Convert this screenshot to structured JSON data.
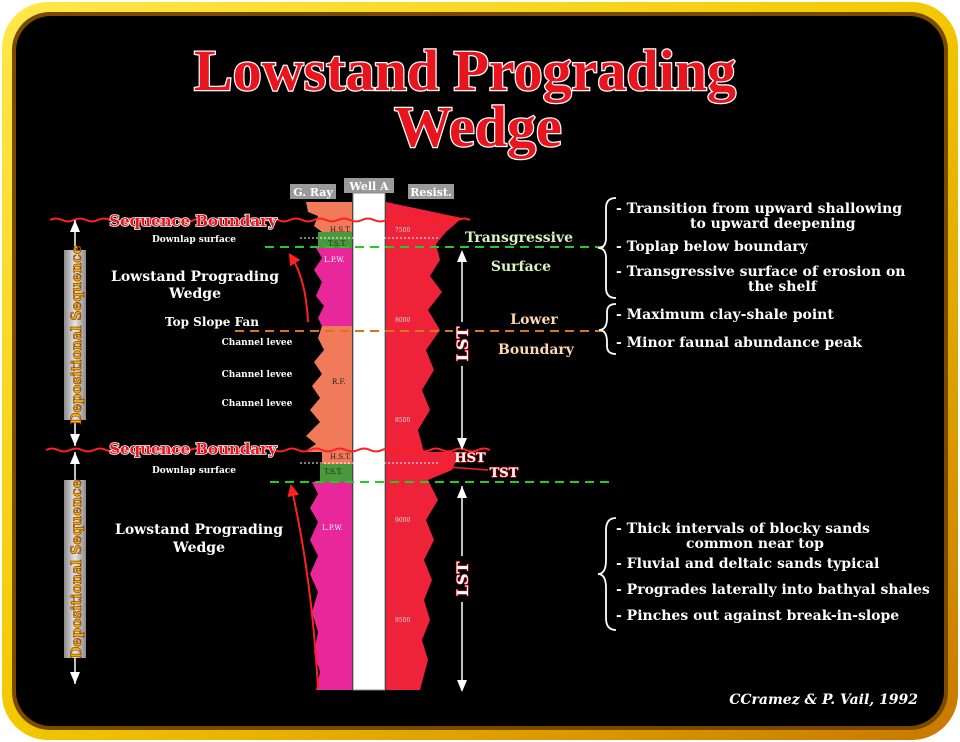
{
  "title": {
    "line1": "Lowstand Prograding",
    "line2": "Wedge"
  },
  "log_headers": {
    "gamma_ray": "G. Ray",
    "well": "Well A",
    "resistivity": "Resist."
  },
  "log_labels": {
    "hst_upper": "H.S.T.",
    "tst_upper": "T.S.T.",
    "lpw_upper": "L.P.W.",
    "rf": "R.F.",
    "hst_lower": "H.S.T.",
    "tst_lower": "T.S.T.",
    "lpw_lower": "L.P.W."
  },
  "depth_ticks": [
    "7500",
    "8000",
    "8500",
    "9000",
    "9500"
  ],
  "left_labels": {
    "sb_upper": "Sequence Boundary",
    "downlap_upper": "Downlap surface",
    "lpw_upper": [
      "Lowstand Prograding",
      "Wedge"
    ],
    "top_slope_fan": "Top Slope Fan",
    "channel_levee_1": "Channel levee",
    "channel_levee_2": "Channel levee",
    "channel_levee_3": "Channel levee",
    "sb_lower": "Sequence Boundary",
    "downlap_lower": "Downlap surface",
    "lpw_lower": [
      "Lowstand Prograding",
      "Wedge"
    ]
  },
  "side_bars": {
    "upper": "Depositional Sequence",
    "lower": "Depositional Sequence"
  },
  "right_labels": {
    "transgressive_1": "Transgressive",
    "transgressive_2": "Surface",
    "lower_1": "Lower",
    "lower_2": "Boundary",
    "lst_upper": "LST",
    "hst": "HST",
    "tst": "TST",
    "lst_lower": "LST"
  },
  "notes_upper": [
    [
      "- Transition from upward shallowing",
      "to upward deepening"
    ],
    [
      "- Toplap below boundary"
    ],
    [
      "- Transgressive surface of erosion on",
      "the shelf"
    ]
  ],
  "notes_middle": [
    [
      "- Maximum clay-shale point"
    ],
    [
      "- Minor faunal abundance peak"
    ]
  ],
  "notes_lower": [
    [
      "- Thick intervals of blocky sands",
      "common near top"
    ],
    [
      "- Fluvial and deltaic sands typical"
    ],
    [
      "- Progrades laterally into bathyal shales"
    ],
    [
      "- Pinches out against break-in-slope"
    ]
  ],
  "credit": "CCramez & P. Vail, 1992",
  "colors": {
    "background": "#000000",
    "frame_yellow": "#f2d200",
    "frame_orange": "#d98a00",
    "title_red": "#e8141e",
    "boundary_red": "#ff2020",
    "green_dash": "#22cc22",
    "orange_dash": "#d8741e",
    "gamma_salmon": "#f07a5a",
    "gamma_magenta": "#e8289a",
    "resist_red": "#ee2238",
    "tst_green": "#4a9a3c"
  }
}
